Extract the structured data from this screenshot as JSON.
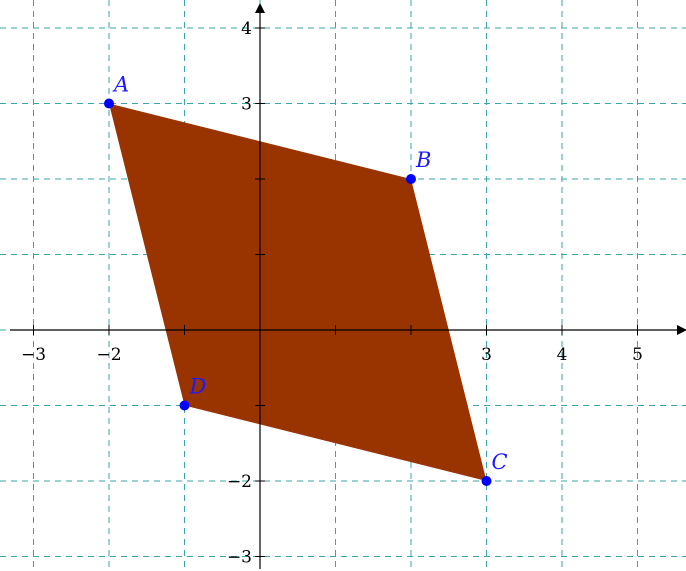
{
  "diagram": {
    "grid": true,
    "x_range": [
      -3.3,
      5.6
    ],
    "y_range": [
      -3.15,
      4.35
    ],
    "grid_x": [
      -3,
      -2,
      -1,
      0,
      1,
      2,
      3,
      4,
      5
    ],
    "grid_y": [
      -3,
      -2,
      -1,
      0,
      1,
      2,
      3,
      4
    ],
    "x_tick_labels": [
      {
        "value": -3,
        "text": "−3"
      },
      {
        "value": -2,
        "text": "−2"
      },
      {
        "value": 3,
        "text": "3"
      },
      {
        "value": 4,
        "text": "4"
      },
      {
        "value": 5,
        "text": "5"
      }
    ],
    "y_tick_labels": [
      {
        "value": 4,
        "text": "4"
      },
      {
        "value": 3,
        "text": "3"
      },
      {
        "value": -2,
        "text": "−2"
      },
      {
        "value": -3,
        "text": "−3"
      }
    ],
    "points": [
      {
        "name": "A",
        "x": -2,
        "y": 3
      },
      {
        "name": "B",
        "x": 2,
        "y": 2
      },
      {
        "name": "C",
        "x": 3,
        "y": -2
      },
      {
        "name": "D",
        "x": -1,
        "y": -1
      }
    ],
    "polygon_order": [
      "A",
      "B",
      "C",
      "D"
    ],
    "colors": {
      "fill": "#993300",
      "grid": "#3aa6a6",
      "point": "#0000ff",
      "label": "#1a1aff",
      "axis": "#000000"
    }
  }
}
